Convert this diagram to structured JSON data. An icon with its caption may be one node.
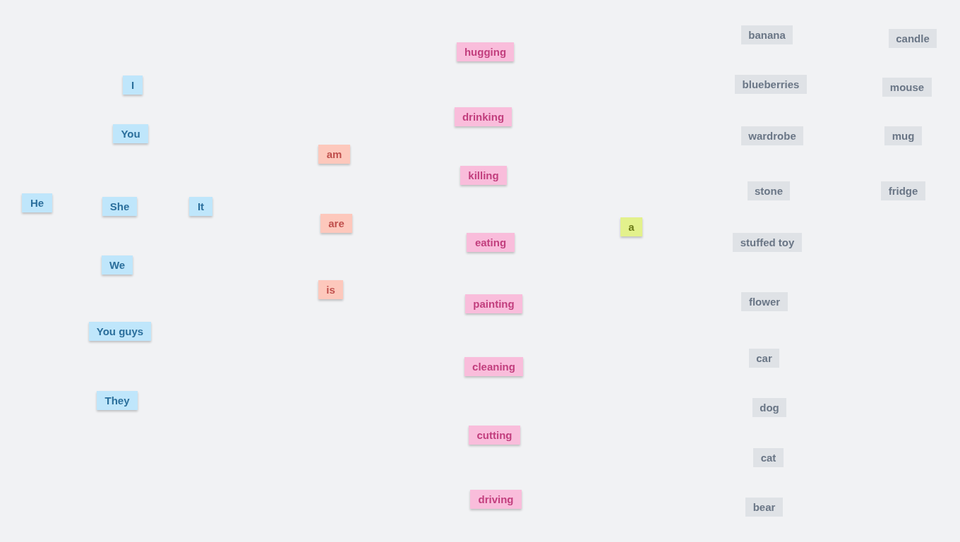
{
  "diagram": {
    "nodes": [
      {
        "text": [
          "I"
        ]
      },
      {
        "text": [
          "You"
        ]
      },
      {
        "text": [
          "He"
        ]
      },
      {
        "text": [
          "She"
        ]
      },
      {
        "text": [
          "It"
        ]
      },
      {
        "text": [
          "We"
        ]
      },
      {
        "text": [
          "You guys"
        ]
      },
      {
        "text": [
          "They"
        ]
      },
      {
        "text": [
          "am"
        ]
      },
      {
        "text": [
          "are"
        ]
      },
      {
        "text": [
          "is"
        ]
      },
      {
        "text": [
          "hugging"
        ]
      },
      {
        "text": [
          "drinking"
        ]
      },
      {
        "text": [
          "killing"
        ]
      },
      {
        "text": [
          "eating"
        ]
      },
      {
        "text": [
          "painting"
        ]
      },
      {
        "text": [
          "cleaning"
        ]
      },
      {
        "text": [
          "cutting"
        ]
      },
      {
        "text": [
          "driving"
        ]
      },
      {
        "text": [
          "a"
        ]
      },
      {
        "text": [
          "banana"
        ]
      },
      {
        "text": [
          "blueberries"
        ]
      },
      {
        "text": [
          "wardrobe"
        ]
      },
      {
        "text": [
          "stone"
        ]
      },
      {
        "text": [
          "stuffed toy"
        ]
      },
      {
        "text": [
          "flower"
        ]
      },
      {
        "text": [
          "car"
        ]
      },
      {
        "text": [
          "dog"
        ]
      },
      {
        "text": [
          "cat"
        ]
      },
      {
        "text": [
          "bear"
        ]
      },
      {
        "text": [
          "candle"
        ]
      },
      {
        "text": [
          "mouse"
        ]
      },
      {
        "text": [
          "mug"
        ]
      },
      {
        "text": [
          "fridge"
        ]
      }
    ]
  }
}
